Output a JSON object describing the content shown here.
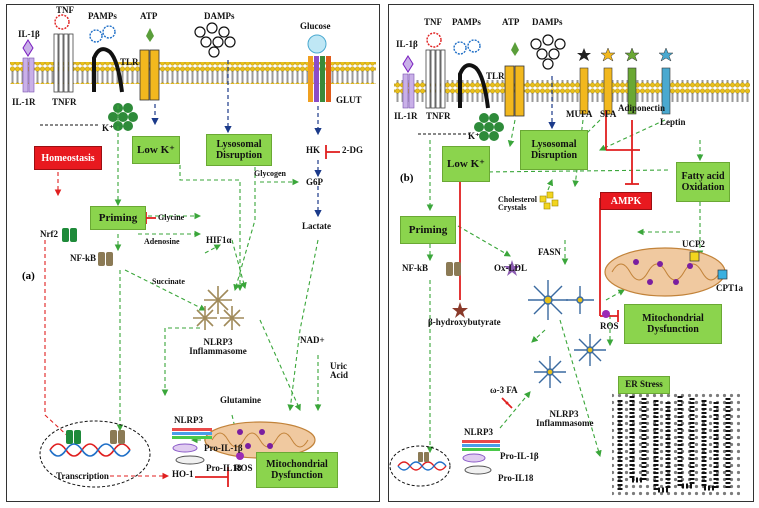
{
  "panel_a": {
    "tag": "(a)",
    "receptors": {
      "il1b": "IL-1β",
      "il1r": "IL-1R",
      "tnf": "TNF",
      "tnfr": "TNFR",
      "pamps": "PAMPs",
      "tlr": "TLR",
      "atp": "ATP",
      "damps": "DAMPs",
      "glucose": "Glucose",
      "glut": "GLUT",
      "k": "K⁺"
    },
    "boxes": {
      "homeostasis": "Homeostasis",
      "low_k": "Low K⁺",
      "lysosomal": "Lysosomal Disruption",
      "priming": "Priming",
      "mito": "Mitochondrial Dysfunction"
    },
    "labels": {
      "hk": "HK",
      "two_dg": "2-DG",
      "glycogen": "Glycogen",
      "g6p": "G6P",
      "lactate": "Lactate",
      "glycine": "Glycine",
      "adenosine": "Adenosine",
      "hif1a": "HIF1α",
      "succinate": "Succinate",
      "nrf2": "Nrf2",
      "nfkb": "NF-kB",
      "nlrp3_inflammasome": "NLRP3 Inflammasome",
      "nad": "NAD+",
      "uric_acid": "Uric Acid",
      "nlrp3": "NLRP3",
      "pro_il1b": "Pro-IL-1β",
      "pro_il18": "Pro-IL18",
      "glutamine": "Glutamine",
      "ros": "ROS",
      "transcription": "Transcription",
      "ho1": "HO-1"
    }
  },
  "panel_b": {
    "tag": "(b)",
    "receptors": {
      "il1b": "IL-1β",
      "il1r": "IL-1R",
      "tnf": "TNF",
      "tnfr": "TNFR",
      "pamps": "PAMPs",
      "tlr": "TLR",
      "atp": "ATP",
      "damps": "DAMPs",
      "mufa": "MUFA",
      "sfa": "SFA",
      "adiponectin": "Adiponectin",
      "leptin": "Leptin",
      "k": "K⁺"
    },
    "boxes": {
      "low_k": "Low K⁺",
      "lysosomal": "Lysosomal Disruption",
      "fatty_acid": "Fatty acid Oxidation",
      "priming": "Priming",
      "ampk": "AMPK",
      "mito": "Mitochondrial Dysfunction",
      "er_stress": "ER Stress"
    },
    "labels": {
      "cholesterol": "Cholesterol Crystals",
      "fasn": "FASN",
      "ox_ldl": "Ox-LDL",
      "nfkb": "NF-kB",
      "ucp2": "UCP2",
      "cpt1a": "CPT1a",
      "hbutyrate": "β-hydroxybutyrate",
      "ros": "ROS",
      "omega3": "ω-3 FA",
      "nlrp3": "NLRP3",
      "nlrp3_inflammasome": "NLRP3 Inflammasome",
      "pro_il1b": "Pro-IL-1β",
      "pro_il18": "Pro-IL18"
    }
  },
  "colors": {
    "box_green": "#8bd44d",
    "box_red": "#e8191f",
    "arrow_green": "#3aa63a",
    "inhibit_red": "#e01f1f",
    "membrane_yellow": "#e9c01a",
    "mito_orange": "#f0c9a0"
  }
}
